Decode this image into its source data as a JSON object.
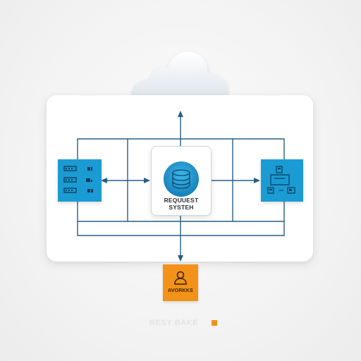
{
  "core": {
    "label_line1": "REQUUEST",
    "label_line2": "SYSTEH"
  },
  "user": {
    "label": "AVORKKS"
  },
  "footer": {
    "text": "RESY BAKE"
  },
  "icons": {
    "cloud": "cloud-icon",
    "database": "database-icon",
    "server_left": "server-rack-icon",
    "server_right": "server-devices-icon",
    "user": "user-icon"
  },
  "colors": {
    "accent_blue": "#1b9bd3",
    "line_blue": "#245f86",
    "accent_orange": "#f39218",
    "panel": "#ffffff"
  }
}
